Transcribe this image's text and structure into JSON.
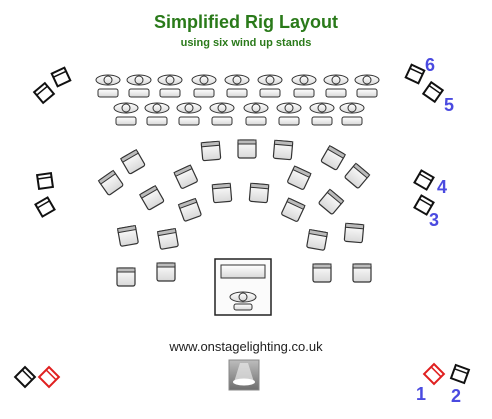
{
  "title": "Simplified Rig Layout",
  "subtitle": "using six wind up stands",
  "website": "www.onstagelighting.co.uk",
  "stand_numbers": [
    "1",
    "2",
    "3",
    "4",
    "5",
    "6"
  ],
  "colors": {
    "title": "#2a7a1a",
    "numbers": "#4a4ae0",
    "lantern_outline": "#111111",
    "lantern_highlight": "#e02020",
    "chair_fill": "#f2f2f2",
    "chair_stroke": "#333333"
  },
  "icons": [
    "lantern-icon",
    "chair-icon",
    "music-stand-icon",
    "conductor-podium-icon",
    "spotlight-logo-icon"
  ]
}
